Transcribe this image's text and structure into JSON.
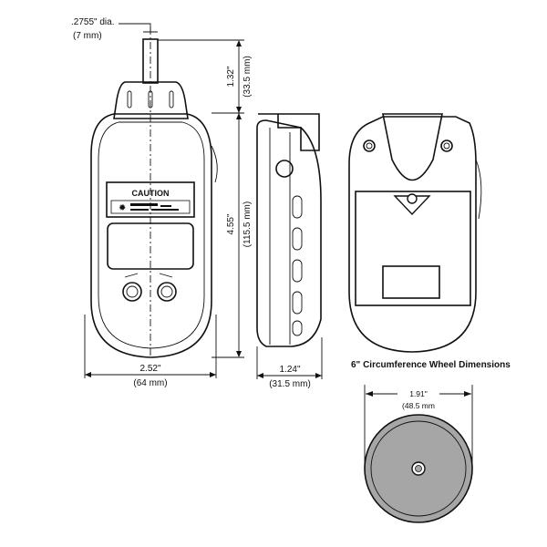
{
  "front_view": {
    "shaft_diameter_in": ".2755\" dia.",
    "shaft_diameter_mm": "(7 mm)",
    "shaft_height_in": "1.32\"",
    "shaft_height_mm": "(33.5 mm)",
    "body_height_in": "4.55\"",
    "body_height_mm": "(115.5 mm)",
    "width_in": "2.52\"",
    "width_mm": "(64 mm)",
    "caution_label": "CAUTION"
  },
  "side_view": {
    "depth_in": "1.24\"",
    "depth_mm": "(31.5 mm)"
  },
  "wheel": {
    "title": "6\" Circumference Wheel Dimensions",
    "diameter_in": "1.91\"",
    "diameter_mm": "(48.5 mm"
  },
  "colors": {
    "wheel_fill": "#a6a6a6",
    "line": "#111111"
  }
}
